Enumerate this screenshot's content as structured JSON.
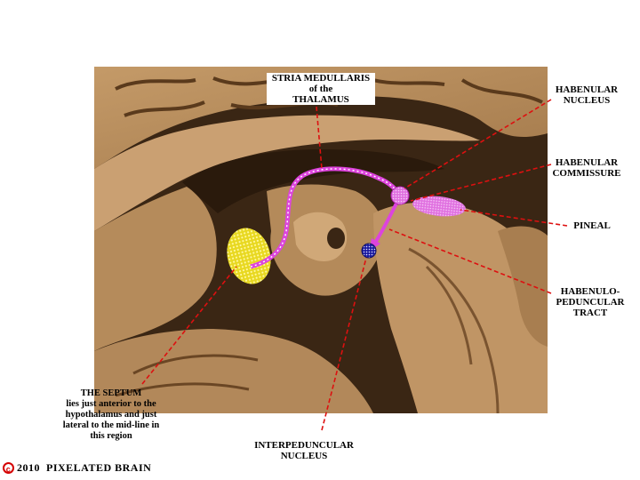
{
  "labels": {
    "stria": [
      "STRIA MEDULLARIS",
      "of the",
      "THALAMUS"
    ],
    "habenular_nucleus": [
      "HABENULAR",
      "NUCLEUS"
    ],
    "habenular_commissure": [
      "HABENULAR",
      "COMMISSURE"
    ],
    "pineal": [
      "PINEAL"
    ],
    "habenulo_peduncular": [
      "HABENULO-",
      "PEDUNCULAR",
      "TRACT"
    ],
    "septum": [
      "THE SEPTUM",
      "lies just anterior to the",
      "hypothalamus and just",
      "lateral to the mid-line in",
      "this region"
    ],
    "interpeduncular": [
      "INTERPEDUNCULAR",
      "NUCLEUS"
    ]
  },
  "copyright": {
    "symbol": "c",
    "text": "2010  PIXELATED BRAIN"
  },
  "colors": {
    "leader_line": "#dd1010",
    "tract": "#dd44dd",
    "septum": "#e8d820",
    "background": "#ffffff",
    "tissue": "#b48a5a"
  }
}
